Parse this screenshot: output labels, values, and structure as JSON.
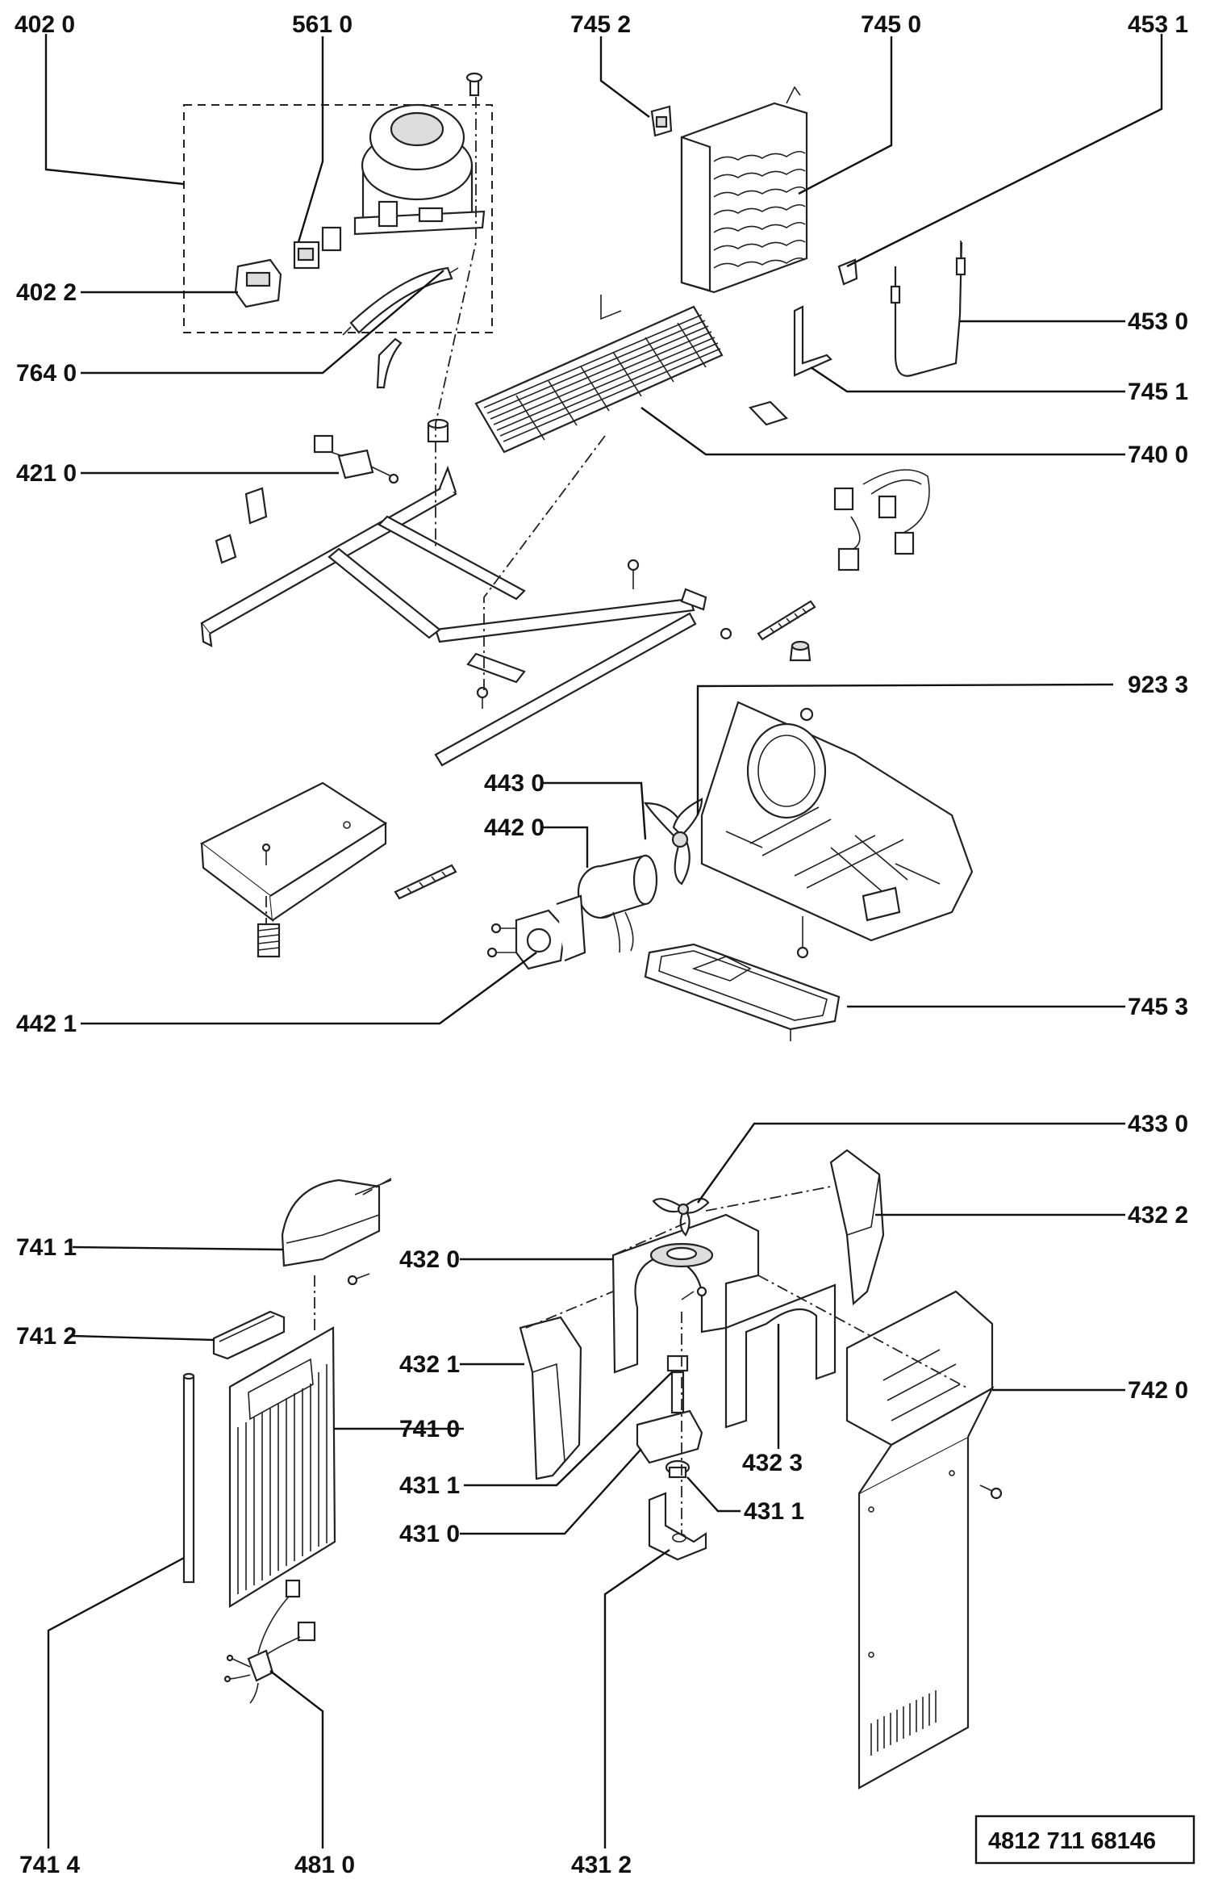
{
  "labels": {
    "l4020": "402 0",
    "l5610": "561 0",
    "l7452": "745 2",
    "l7450": "745 0",
    "l4531": "453 1",
    "l4022": "402 2",
    "l4530": "453 0",
    "l7640": "764 0",
    "l7451": "745 1",
    "l4210": "421 0",
    "l7400": "740 0",
    "l9233": "923 3",
    "l4430": "443 0",
    "l4420": "442 0",
    "l4421": "442 1",
    "l7453": "745 3",
    "l4330": "433 0",
    "l7411": "741 1",
    "l4322": "432 2",
    "l4320": "432 0",
    "l7412": "741 2",
    "l4321": "432 1",
    "l7420": "742 0",
    "l7410": "741 0",
    "l4311a": "431 1",
    "l4323": "432 3",
    "l4310": "431 0",
    "l4311b": "431 1",
    "l7414": "741 4",
    "l4810": "481 0",
    "l4312": "431 2"
  },
  "reference_number": "4812 711 68146"
}
